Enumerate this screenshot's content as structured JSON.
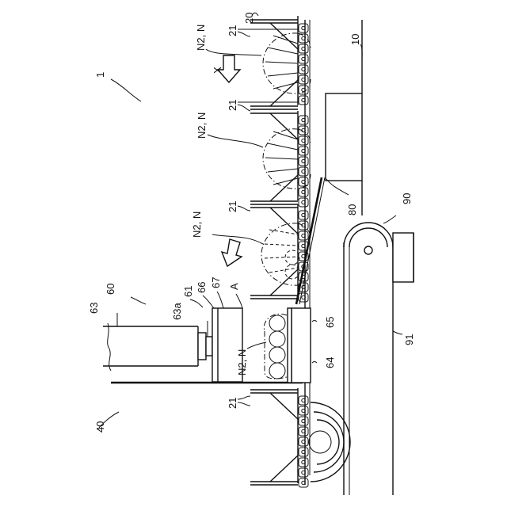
{
  "labels": {
    "apparatus": "1",
    "supply_conveyor": "10",
    "gripper_conveyor": "20",
    "gripper_unit": "21",
    "transfer_section": "40",
    "pusher_unit": "60",
    "pusher_plate": "61",
    "cylinder": "63",
    "rod": "63a",
    "receiving_table": "64",
    "support_plate": "65",
    "guide_a": "66",
    "guide_b": "67",
    "chute": "80",
    "discharge_conveyor": "90",
    "belt": "91",
    "product_group": "N2, N",
    "direction_x": "X",
    "direction_a": "A"
  },
  "colors": {
    "ink": "#111111",
    "paper": "#ffffff"
  }
}
